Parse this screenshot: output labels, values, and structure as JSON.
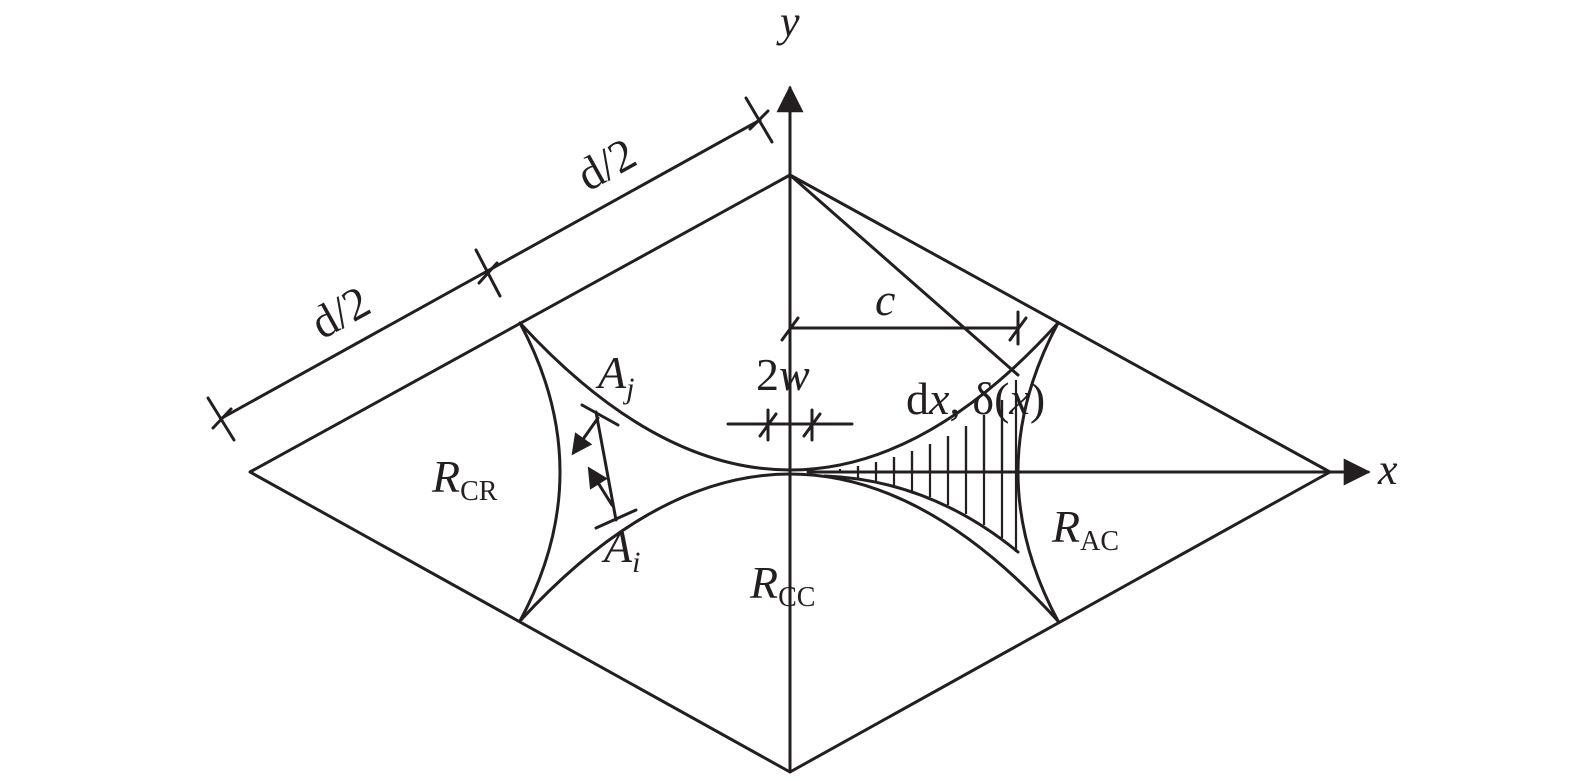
{
  "diagram": {
    "axis_x": "x",
    "axis_y": "y",
    "dim_half_1": "d/2",
    "dim_half_2": "d/2",
    "label_c": "c",
    "label_2w_num": "2",
    "label_2w_var": "w",
    "label_dx_prefix": "d",
    "label_dx_var": "x",
    "label_delta": ", δ(",
    "label_delta_var": "x",
    "label_delta_close": ")",
    "region_cr_main": "R",
    "region_cr_sub": "CR",
    "region_ac_main": "R",
    "region_ac_sub": "AC",
    "region_cc_main": "R",
    "region_cc_sub": "CC",
    "asperity_j_main": "A",
    "asperity_j_sub": "j",
    "asperity_i_main": "A",
    "asperity_i_sub": "i"
  }
}
